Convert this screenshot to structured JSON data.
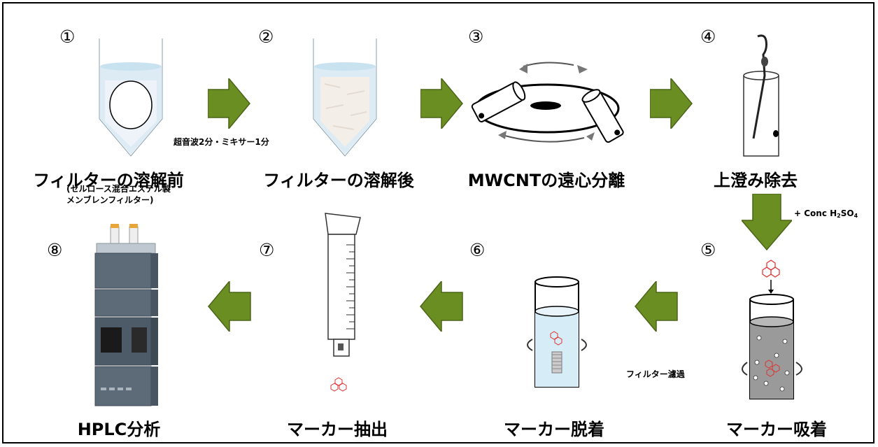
{
  "steps": [
    {
      "num": "①",
      "label": "フィルターの溶解前",
      "sublabel_1": "(セルロース混合エステル製",
      "sublabel_2": "メンブレンフィルター)"
    },
    {
      "num": "②",
      "label": "フィルターの溶解後"
    },
    {
      "num": "③",
      "label": "MWCNTの遠心分離"
    },
    {
      "num": "④",
      "label": "上澄み除去"
    },
    {
      "num": "⑤",
      "label": "マーカー吸着"
    },
    {
      "num": "⑥",
      "label": "マーカー脱着"
    },
    {
      "num": "⑦",
      "label": "マーカー抽出"
    },
    {
      "num": "⑧",
      "label": "HPLC分析"
    }
  ],
  "notes": {
    "ultrasonic": "超音波2分・ミキサー1分",
    "filtration": "フィルター濾過",
    "reagent_prefix": "+ Conc H",
    "reagent_sub1": "2",
    "reagent_mid": "SO",
    "reagent_sub2": "4"
  },
  "colors": {
    "arrow_fill": "#6b8e23",
    "arrow_stroke": "#4a6517",
    "liquid": "#d6ecf6",
    "marker": "#e03030",
    "gray_liquid": "#9a9a9a"
  }
}
